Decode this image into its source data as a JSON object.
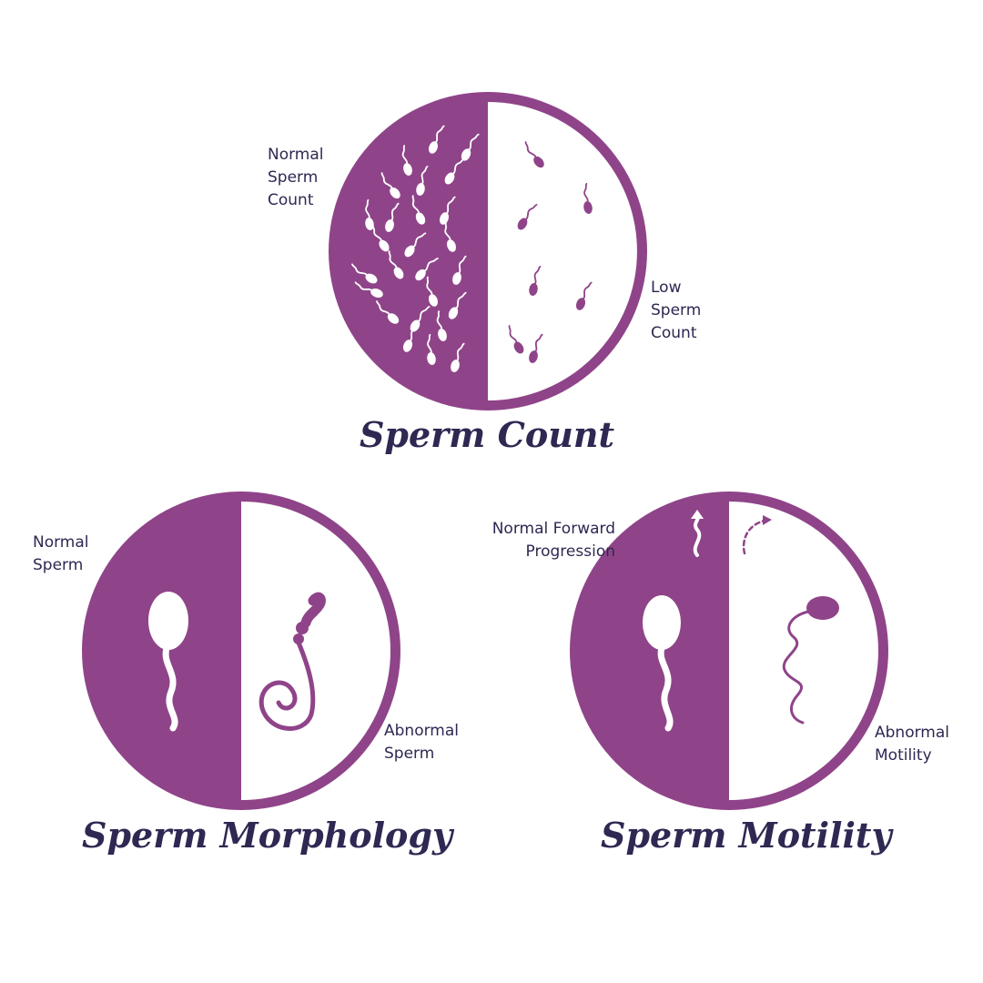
{
  "colors": {
    "purple": "#8f4489",
    "text": "#2e2852",
    "white": "#ffffff"
  },
  "count": {
    "title": "Sperm Count",
    "normal_label": "Normal\nSperm\nCount",
    "low_label": "Low\nSperm\nCount"
  },
  "morphology": {
    "title": "Sperm Morphology",
    "normal_label": "Normal\nSperm",
    "abnormal_label": "Abnormal\nSperm"
  },
  "motility": {
    "title": "Sperm Motility",
    "normal_label": "Normal Forward\nProgression",
    "abnormal_label": "Abnormal\nMotility"
  },
  "icons": {
    "normal_cell": "sperm-icon",
    "abnormal_cell": "coiled-sperm-icon",
    "forward_arrow": "wavy-up-arrow-icon",
    "off_course_arrow": "dashed-curved-arrow-icon"
  }
}
